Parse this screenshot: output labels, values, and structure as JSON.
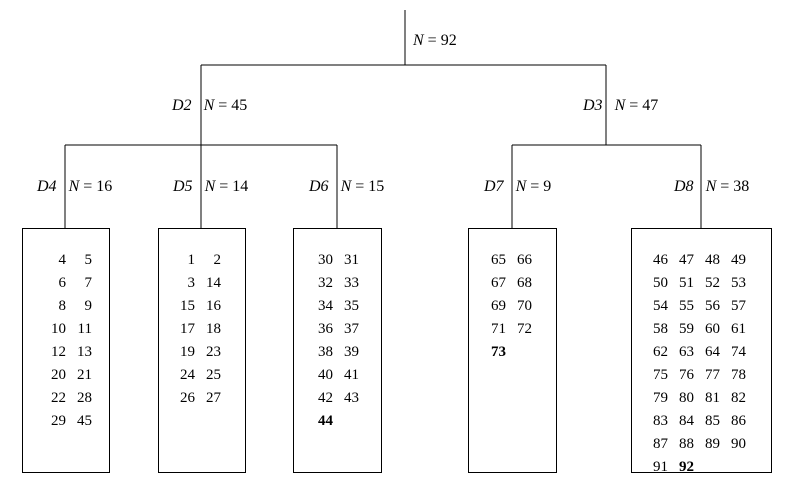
{
  "root": {
    "label_n": "N",
    "label_eq": " = ",
    "count": "92"
  },
  "nodes": [
    {
      "id": "D2",
      "name": "D2",
      "count": "45"
    },
    {
      "id": "D3",
      "name": "D3",
      "count": "47"
    },
    {
      "id": "D4",
      "name": "D4",
      "count": "16"
    },
    {
      "id": "D5",
      "name": "D5",
      "count": "14"
    },
    {
      "id": "D6",
      "name": "D6",
      "count": "15"
    },
    {
      "id": "D7",
      "name": "D7",
      "count": "9"
    },
    {
      "id": "D8",
      "name": "D8",
      "count": "38"
    }
  ],
  "leaves": {
    "D4": [
      "4",
      "5",
      "6",
      "7",
      "8",
      "9",
      "10",
      "11",
      "12",
      "13",
      "20",
      "21",
      "22",
      "28",
      "29",
      "45"
    ],
    "D5": [
      "1",
      "2",
      "3",
      "14",
      "15",
      "16",
      "17",
      "18",
      "19",
      "23",
      "24",
      "25",
      "26",
      "27"
    ],
    "D6": [
      "30",
      "31",
      "32",
      "33",
      "34",
      "35",
      "36",
      "37",
      "38",
      "39",
      "40",
      "41",
      "42",
      "43",
      "44"
    ],
    "D7": [
      "65",
      "66",
      "67",
      "68",
      "69",
      "70",
      "71",
      "72",
      "73"
    ],
    "D8": [
      "46",
      "47",
      "48",
      "49",
      "50",
      "51",
      "52",
      "53",
      "54",
      "55",
      "56",
      "57",
      "58",
      "59",
      "60",
      "61",
      "62",
      "63",
      "64",
      "74",
      "75",
      "76",
      "77",
      "78",
      "79",
      "80",
      "81",
      "82",
      "83",
      "84",
      "85",
      "86",
      "87",
      "88",
      "89",
      "90",
      "91",
      "92"
    ]
  }
}
